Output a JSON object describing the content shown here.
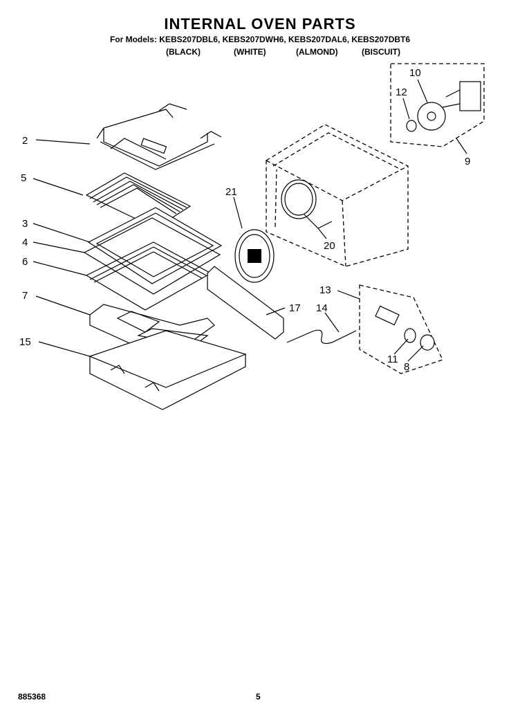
{
  "header": {
    "title": "INTERNAL OVEN PARTS",
    "models": "For Models: KEBS207DBL6, KEBS207DWH6, KEBS207DAL6, KEBS207DBT6",
    "colors": [
      "(BLACK)",
      "(WHITE)",
      "(ALMOND)",
      "(BISCUIT)"
    ]
  },
  "callouts": {
    "c2": "2",
    "c5": "5",
    "c3": "3",
    "c4": "4",
    "c6": "6",
    "c7": "7",
    "c15": "15",
    "c21": "21",
    "c20": "20",
    "c17": "17",
    "c13": "13",
    "c14": "14",
    "c11": "11",
    "c8": "8",
    "c10": "10",
    "c12": "12",
    "c9": "9"
  },
  "footer": {
    "doc_number": "885368",
    "page_number": "5"
  }
}
